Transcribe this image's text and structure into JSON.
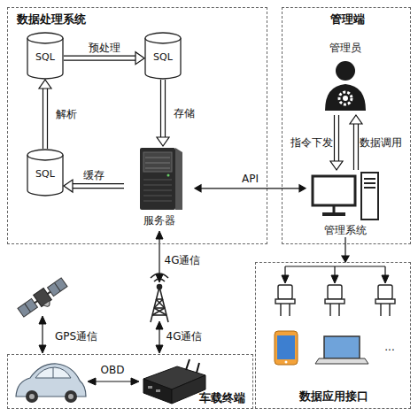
{
  "diagram": {
    "nodes": [
      {
        "text": [
          "数据处理系统"
        ]
      },
      {
        "text": [
          "SQL"
        ],
        "in": 0
      },
      {
        "text": [
          "SQL"
        ],
        "in": 0
      },
      {
        "text": [
          "SQL"
        ],
        "in": 0
      },
      {
        "text": [
          "服务器"
        ],
        "in": 0
      },
      {
        "text": [
          "管理端"
        ]
      },
      {
        "text": [
          "管理员"
        ],
        "in": 5
      },
      {
        "text": [
          "管理系统"
        ],
        "in": 5
      },
      {
        "text": [
          "车载终端"
        ]
      },
      {
        "text": [
          "数据应用接口"
        ]
      }
    ],
    "edges": [
      {
        "from": 1,
        "to": 2,
        "label": "预处理",
        "arrow": "to"
      },
      {
        "from": 2,
        "to": 4,
        "label": "存储",
        "arrow": "to"
      },
      {
        "from": 4,
        "to": 3,
        "label": "缓存",
        "arrow": "to"
      },
      {
        "from": 3,
        "to": 1,
        "label": "解析",
        "arrow": "to"
      },
      {
        "from": 4,
        "to": 7,
        "label": "API",
        "arrow": "both"
      },
      {
        "from": 6,
        "to": 7,
        "label": "指令下发",
        "arrow": "to"
      },
      {
        "from": 7,
        "to": 6,
        "label": "数据调用",
        "arrow": "to"
      },
      {
        "from": 7,
        "to": 9,
        "arrow": "to"
      }
    ],
    "labels": [
      "4G通信",
      "GPS通信",
      "4G通信",
      "OBD",
      "..."
    ]
  }
}
